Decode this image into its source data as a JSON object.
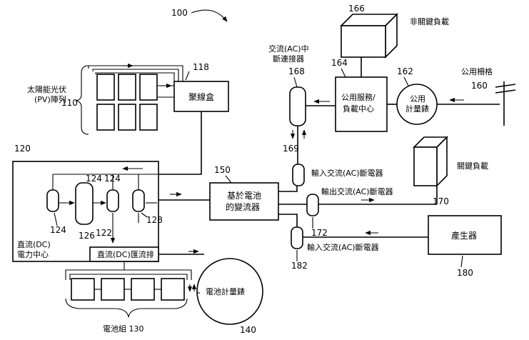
{
  "figure": {
    "number": "100"
  },
  "pv_array": {
    "label_line1": "太陽能光伏",
    "label_line2": "(PV)陣列",
    "ref": "110"
  },
  "combiner_box": {
    "label": "聚線盒",
    "ref": "118"
  },
  "dc_center": {
    "ref": "120",
    "label_line1": "直流(DC)",
    "label_line2": "電力中心",
    "ref_converters_a": "124",
    "ref_converters_b": "124",
    "ref_converters_c": "124",
    "ref_module": "126",
    "ref_busbar": "122",
    "ref_meter_port": "128"
  },
  "dc_bus": {
    "label": "直流(DC)匯流排"
  },
  "battery_bank": {
    "label": "電池組 130"
  },
  "battery_meter": {
    "label": "電池計量錶",
    "ref": "140"
  },
  "inverter": {
    "label_line1": "基於電池",
    "label_line2": "的變流器",
    "ref": "150"
  },
  "ac_disconnect": {
    "label_line1": "交流(AC)中",
    "label_line2": "斷連接器",
    "ref": "168",
    "ref_breaker": "169"
  },
  "service_center": {
    "label_line1": "公用服務/",
    "label_line2": "負載中心",
    "ref": "164"
  },
  "noncritical_load": {
    "label": "非關鍵負載",
    "ref": "166"
  },
  "utility_meter": {
    "label_line1": "公用",
    "label_line2": "計量錶",
    "ref": "162"
  },
  "utility_grid": {
    "label": "公用柵格",
    "ref": "160"
  },
  "critical_load": {
    "label": "關鍵負載",
    "ref": "170"
  },
  "breakers": {
    "input_top": "輸入交流(AC)斷電器",
    "output": "輸出交流(AC)斷電器",
    "input_bottom": "輸入交流(AC)斷電器",
    "ref_output": "172",
    "ref_input_bottom": "182"
  },
  "generator": {
    "label": "產生器",
    "ref": "180"
  }
}
